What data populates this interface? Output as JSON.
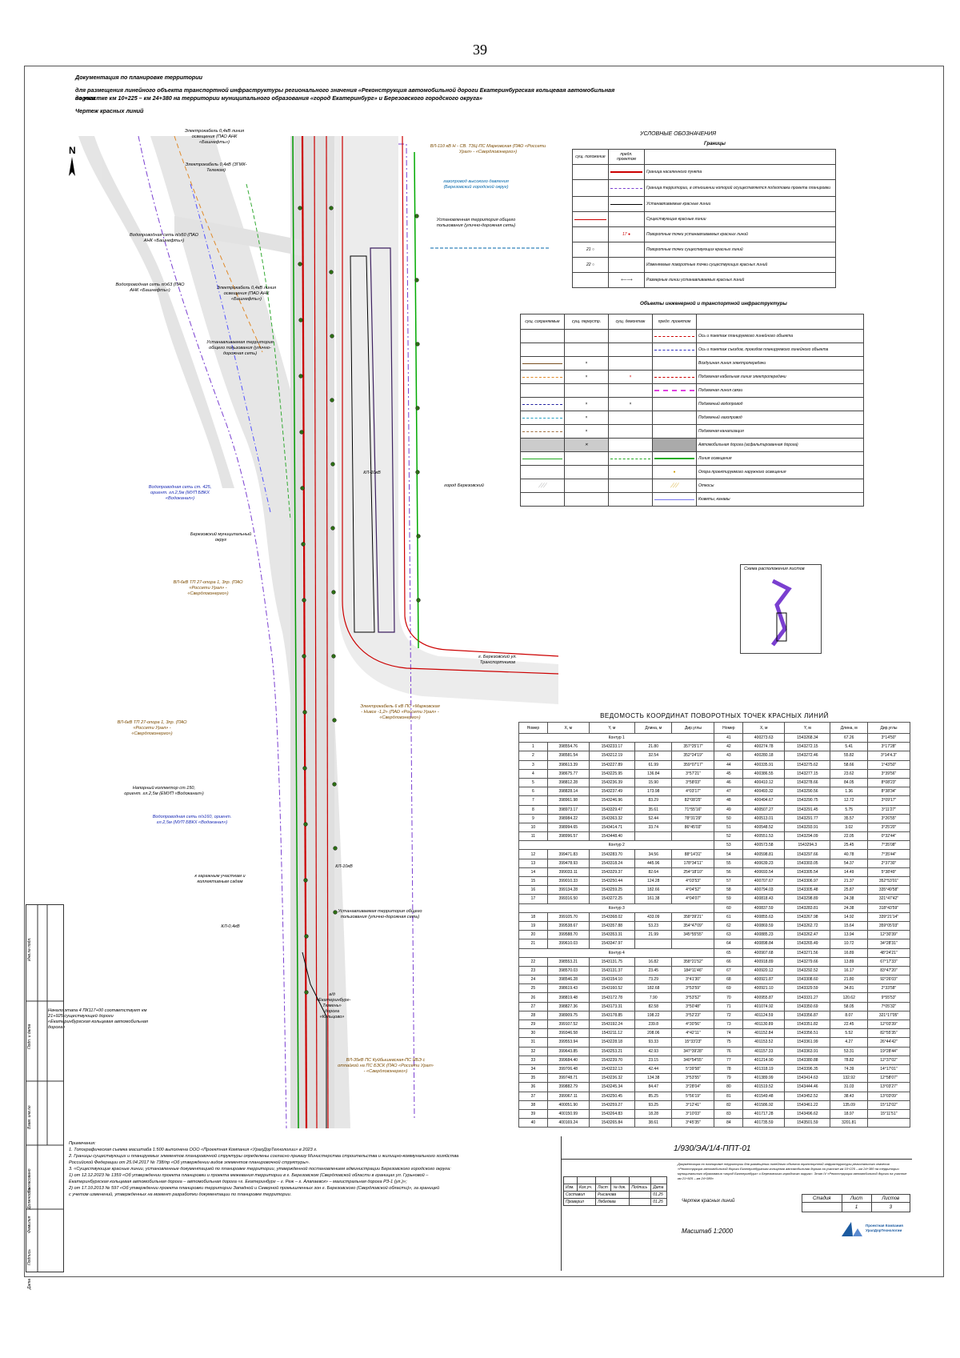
{
  "page_number": "39",
  "header": {
    "line1": "Документация по планировке территории",
    "line2": "для размещения линейного объекта транспортной инфраструктуры регионального значения «Реконструкция автомобильной дороги Екатеринбургская кольцевая автомобильная дорога",
    "line3": "на участке км 10+225 – км 24+380 на территории муниципального образования «город Екатеринбург» и Березовского городского округа»",
    "line4": "Чертеж красных линий"
  },
  "north": "N",
  "map_labels": [
    "Электрокабель 0,4кВ линия освещения (ПАО АНК «Башнефть»)",
    "Электрокабель 0,4кВ (ЗГМК-Телеком)",
    "Водопроводная сеть п/э50 (ПАО АНК «Башнефть»)",
    "Водопроводная сеть п/э63 (ПАО АНК «Башнефть»)",
    "Электрокабель 0,4кВ линия освещения (ПАО АНК «Башнефть»)",
    "Устанавливаемая территория общего пользования (улично-дорожная сеть)",
    "ВЛ-110 кВ Н - СВ. ТЭЦ-ПС Марковская (ПАО «Россети Урал» - «Свердловэнерго»)",
    "газопровод высокого давления (Березовский городской округ)",
    "Установленная территория общего пользования (улично-дорожная сеть)",
    "КЛ-10кВ",
    "город Березовский",
    "Водопроводная сеть ст. 425, ориент. гл.2,5м (МУП БВКХ «Водоканал»)",
    "Березовский муниципальный округ",
    "ВЛ-6кВ ТП 27-опора 1, 3пр. (ПАО «Россети Урал» - «Свердловэнерго»)",
    "г. Березовский ул. Транспортников",
    "Электрокабель 6 кВ ПС «Марковская - Нивсе -1,2» (ПАО «Россети Урал» - «Свердловэнерго»)",
    "ВЛ-6кВ ТП 27-опора 1, 3пр. (ПАО «Россети Урал» - «Свердловэнерго»)",
    "Напорный коллектор ст.150, ориент. гл.2,5м (ЕМУП «Водоканал»)",
    "Водопроводная сеть п/э160, ориент. гл.2,5м (МУП БВКХ «Водоканал»)",
    "КЛ-10кВ",
    "к гаражным участкам и коллективным садам",
    "Устанавливаемая территория общего пользования (улично-дорожная сеть)",
    "КЛ-0,4кВ",
    "Начало этапа 4 ПК117+00 соответствует км 21+925 существующей дороги «Екатеринбургская кольцевая автомобильная дорога»",
    "ВЛ-35кВ ПС Куйбышевская-ПС ЯБЭ с отпайкой на ПС БЗСК (ПАО «Россети Урал» - «Свердловэнерго»)",
    "а/д «Екатеринбург-Тюмень» дорога «Кольцово»"
  ],
  "legend": {
    "title": "УСЛОВНЫЕ ОБОЗНАЧЕНИЯ",
    "sub": "Границы",
    "col1": "сущ. положение",
    "col2": "предл. проектом",
    "items": [
      "Граница населенного пункта",
      "Граница территории, в отношении которой осуществляется подготовка проекта планировки",
      "Устанавливаемые красные линии",
      "Существующие красные линии",
      "Поворотные точки устанавливаемых красных линий",
      "Поворотные точки существующих красных линий",
      "Изменяемые поворотные точки существующих красных линий",
      "Размерные линии устанавливаемых красных линий"
    ],
    "title2": "Объекты инженерной и транспортной инфраструктуры",
    "cols2": [
      "сущ. сохраняемые",
      "сущ. переустр.",
      "сущ. демонтаж",
      "предл. проектом"
    ],
    "items2": [
      "Ось и пикетаж планируемого линейного объекта",
      "Ось и пикетаж съездов, проездов планируемого линейного объекта",
      "Воздушная линия электропередачи",
      "Подземная кабельная линия электропередачи",
      "Подземная линия связи",
      "Подземный водопровод",
      "Подземный газопровод",
      "Подземная канализация",
      "Автомобильная дорога (асфальтированная дорога)",
      "Линия освещения",
      "Опора проектируемого наружного освещения",
      "Откосы",
      "Кюветы, канавы"
    ],
    "scheme": "Схема расположения листов"
  },
  "table": {
    "title": "ВЕДОМОСТЬ КООРДИНАТ ПОВОРОТНЫХ ТОЧЕК КРАСНЫХ ЛИНИЙ",
    "headers": [
      "Номер",
      "X, м",
      "Y, м",
      "Длина, м",
      "Дир.углы",
      "Номер",
      "X, м",
      "Y, м",
      "Длина, м",
      "Дир.углы"
    ],
    "rows": [
      [
        {
          "t": "Контур 1"
        },
        [
          "41",
          "400273.63",
          "1543268.34",
          "67.26",
          "3°14'50\""
        ]
      ],
      [
        [
          "1",
          "398554.76",
          "1543233.17",
          "21.80",
          "357°25'17\""
        ],
        [
          "42",
          "400274.78",
          "1543272.15",
          "5.41",
          "3°17'28\""
        ]
      ],
      [
        [
          "2",
          "398581.54",
          "1543212.19",
          "32.54",
          "352°24'19\""
        ],
        [
          "43",
          "400280.18",
          "1543272.46",
          "55.82",
          "3°14'4.3\""
        ]
      ],
      [
        [
          "3",
          "398613.39",
          "1543227.89",
          "61.99",
          "359°07'17\""
        ],
        [
          "44",
          "400335.91",
          "1543275.62",
          "58.66",
          "1°43'50\""
        ]
      ],
      [
        [
          "4",
          "398675.77",
          "1543225.95",
          "136.84",
          "3°57'21\""
        ],
        [
          "45",
          "400386.55",
          "1543277.15",
          "23.62",
          "3°39'56\""
        ]
      ],
      [
        [
          "5",
          "398812.28",
          "1543236.39",
          "15.90",
          "3°58'03\""
        ],
        [
          "46",
          "400410.12",
          "1543278.66",
          "84.05",
          "8°08'23\""
        ]
      ],
      [
        [
          "6",
          "398828.14",
          "1543237.49",
          "173.98",
          "4°03'17\""
        ],
        [
          "47",
          "400493.32",
          "1543290.56",
          "1.36",
          "8°38'34\""
        ]
      ],
      [
        [
          "7",
          "398961.98",
          "1543246.96",
          "83.29",
          "82°08'25\""
        ],
        [
          "48",
          "400494.67",
          "1543290.75",
          "12.72",
          "3°09'17\""
        ]
      ],
      [
        [
          "8",
          "398973.17",
          "1543329.47",
          "35.61",
          "71°55'16\""
        ],
        [
          "49",
          "400507.27",
          "1543291.45",
          "5.75",
          "3°11'27\""
        ]
      ],
      [
        [
          "9",
          "398984.22",
          "1543363.32",
          "52.44",
          "78°31'29\""
        ],
        [
          "50",
          "400513.01",
          "1543291.77",
          "35.57",
          "3°26'55\""
        ]
      ],
      [
        [
          "10",
          "398994.65",
          "1543414.71",
          "33.74",
          "86°45'03\""
        ],
        [
          "51",
          "400548.52",
          "1543293.91",
          "3.02",
          "3°25'20\""
        ]
      ],
      [
        [
          "11",
          "398996.57",
          "1543448.40",
          "",
          ""
        ],
        [
          "52",
          "400551.53",
          "1543294.09",
          "22.05",
          "0°32'44\""
        ]
      ],
      [
        {
          "t": "Контур 2"
        },
        [
          "53",
          "400573.58",
          "1543294.3",
          "25.45",
          "7°35'08\""
        ]
      ],
      [
        [
          "12",
          "399471.83",
          "1543283.70",
          "34.56",
          "88°14'31\""
        ],
        [
          "54",
          "400598.81",
          "1543297.66",
          "40.78",
          "7°35'44\""
        ]
      ],
      [
        [
          "13",
          "399478.93",
          "1543318.24",
          "445.96",
          "178°34'11\""
        ],
        [
          "55",
          "400639.23",
          "1543303.05",
          "54.37",
          "2°37'30\""
        ]
      ],
      [
        [
          "14",
          "399033.11",
          "1543329.37",
          "82.64",
          "254°18'10\""
        ],
        [
          "56",
          "400693.54",
          "1543305.54",
          "14.49",
          "5°38'49\""
        ]
      ],
      [
        [
          "15",
          "399010.33",
          "1543250.44",
          "124.28",
          "4°03'53\""
        ],
        [
          "57",
          "400707.67",
          "1543306.97",
          "21.37",
          "352°53'01\""
        ]
      ],
      [
        [
          "16",
          "399134.28",
          "1543259.25",
          "182.66",
          "4°04'52\""
        ],
        [
          "58",
          "400794.03",
          "1543305.48",
          "25.87",
          "335°49'58\""
        ]
      ],
      [
        [
          "17",
          "399316.50",
          "1543272.25",
          "161.38",
          "4°04'07\""
        ],
        [
          "59",
          "400818.43",
          "1543298.89",
          "24.38",
          "321°47'42\""
        ]
      ],
      [
        {
          "t": "Контур 3"
        },
        [
          "60",
          "400837.59",
          "1543283.81",
          "24.38",
          "318°43'59\""
        ]
      ],
      [
        [
          "18",
          "399105.70",
          "1543368.02",
          "433.09",
          "358°39'21\""
        ],
        [
          "61",
          "400855.63",
          "1543267.98",
          "14.92",
          "339°21'14\""
        ]
      ],
      [
        [
          "19",
          "399538.67",
          "1543357.88",
          "53.23",
          "354°47'09\""
        ],
        [
          "62",
          "400869.59",
          "1543262.72",
          "15.64",
          "359°05'03\""
        ]
      ],
      [
        [
          "20",
          "399588.70",
          "1543353.31",
          "21.99",
          "345°55'55\""
        ],
        [
          "63",
          "400885.23",
          "1543262.47",
          "13.94",
          "12°30'39\""
        ]
      ],
      [
        [
          "21",
          "399610.03",
          "1543347.97",
          "",
          ""
        ],
        [
          "64",
          "400898.84",
          "1543265.49",
          "10.72",
          "34°28'31\""
        ]
      ],
      [
        {
          "t": "Контур 4"
        },
        [
          "65",
          "400907.68",
          "1543271.56",
          "16.89",
          "48°24'21\""
        ]
      ],
      [
        [
          "22",
          "398553.21",
          "1543131.75",
          "16.82",
          "358°21'52\""
        ],
        [
          "66",
          "400918.89",
          "1543279.66",
          "13.89",
          "67°17'33\""
        ]
      ],
      [
        [
          "23",
          "398570.03",
          "1543131.37",
          "23.45",
          "184°11'46\""
        ],
        [
          "67",
          "400920.12",
          "1543292.52",
          "16.17",
          "83°47'20\""
        ]
      ],
      [
        [
          "24",
          "398546.28",
          "1543154.10",
          "73.29",
          "3°41'30\""
        ],
        [
          "68",
          "400921.87",
          "1543308.60",
          "21.80",
          "92°26'03\""
        ]
      ],
      [
        [
          "25",
          "398619.43",
          "1543160.52",
          "182.68",
          "3°53'59\""
        ],
        [
          "69",
          "400921.10",
          "1543329.59",
          "34.81",
          "2°33'58\""
        ]
      ],
      [
        [
          "26",
          "398819.48",
          "1543172.78",
          "7.90",
          "3°53'52\""
        ],
        [
          "70",
          "400955.87",
          "1543331.27",
          "120.62",
          "9°55'53\""
        ]
      ],
      [
        [
          "27",
          "398827.36",
          "1543173.31",
          "82.58",
          "3°50'48\""
        ],
        [
          "71",
          "401074.92",
          "1543350.69",
          "58.05",
          "7°05'32\""
        ]
      ],
      [
        [
          "28",
          "398909.75",
          "1543178.85",
          "198.22",
          "3°52'23\""
        ],
        [
          "72",
          "401124.59",
          "1543356.87",
          "8.07",
          "321°17'05\""
        ]
      ],
      [
        [
          "29",
          "399107.52",
          "1543192.24",
          "239.8",
          "4°30'56\""
        ],
        [
          "73",
          "401130.89",
          "1543351.82",
          "22.45",
          "12°03'39\""
        ]
      ],
      [
        [
          "30",
          "399346.58",
          "1543211.12",
          "208.06",
          "4°42'11\""
        ],
        [
          "74",
          "401152.84",
          "1543356.51",
          "5.52",
          "82°55'35\""
        ]
      ],
      [
        [
          "31",
          "399553.94",
          "1543228.18",
          "93.33",
          "15°33'23\""
        ],
        [
          "75",
          "401153.52",
          "1543361.99",
          "4.27",
          "26°44'42\""
        ]
      ],
      [
        [
          "32",
          "399643.85",
          "1543253.21",
          "42.93",
          "347°39'28\""
        ],
        [
          "76",
          "401157.33",
          "1543363.91",
          "53.31",
          "19°28'44\""
        ]
      ],
      [
        [
          "33",
          "399684.40",
          "1543239.70",
          "23.15",
          "340°54'55\""
        ],
        [
          "77",
          "401214.90",
          "1543380.88",
          "78.82",
          "12°37'02\""
        ]
      ],
      [
        [
          "34",
          "399706.48",
          "1543232.13",
          "42.44",
          "5°39'58\""
        ],
        [
          "78",
          "401318.19",
          "1543396.35",
          "74.39",
          "14°17'01\""
        ]
      ],
      [
        [
          "35",
          "399748.71",
          "1543236.32",
          "134.38",
          "3°53'55\""
        ],
        [
          "79",
          "401389.99",
          "1543414.63",
          "132.92",
          "12°58'07\""
        ]
      ],
      [
        [
          "36",
          "399882.79",
          "1543245.34",
          "84.47",
          "3°28'04\""
        ],
        [
          "80",
          "401519.52",
          "1543444.46",
          "31.03",
          "13°03'27\""
        ]
      ],
      [
        [
          "37",
          "399967.11",
          "1543250.45",
          "85.25",
          "5°56'19\""
        ],
        [
          "81",
          "401549.48",
          "1543452.52",
          "38.43",
          "13°03'09\""
        ]
      ],
      [
        [
          "38",
          "400051.90",
          "1543259.27",
          "93.25",
          "3°12'41\""
        ],
        [
          "82",
          "401586.92",
          "1543461.22",
          "135.09",
          "15°12'02\""
        ]
      ],
      [
        [
          "39",
          "400150.99",
          "1543264.83",
          "18.28",
          "3°10'03\""
        ],
        [
          "83",
          "401717.28",
          "1543496.62",
          "18.97",
          "15°11'51\""
        ]
      ],
      [
        [
          "40",
          "400169.24",
          "1543265.84",
          "38.61",
          "3°45'35\""
        ],
        [
          "84",
          "401735.59",
          "1543501.59",
          "3201.81",
          ""
        ]
      ]
    ]
  },
  "notes": [
    "Примечания:",
    "1. Топографическая съемка масштаба 1:500 выполнена ООО «Проектная Компания «УралДорТехнологии» в 2023 г.",
    "2. Границы существующих и планируемых элементов планировочной структуры определены согласно приказу Министерства строительства и жилищно-коммунального хозяйства",
    "Российской Федерации от 25.04.2017 № 738/пр «Об утверждении видов элементов планировочной структуры».",
    "3. «Существующие красные линии, установленные документацией по планировке территории, утвержденной постановлением администрации Березовского городского округа:",
    "1) от 12.12.2023 № 1359 «Об утверждении проекта планировки и проекта межевания территории в г. Березовском (Свердловской области в границах ул. Гурьновой –",
    "Екатеринбургская кольцевая автомобильная дорога – автомобильная дорога «г. Екатеринбург – г. Реж – г. Алапаевск» – магистральная дорога РЗ-1 (ул.)»;",
    "2) от 17.10.2013 № 597 «Об утверждении проекта планировки территории Западной и Северной промышленных зон г. Березовского (Свердловской области)», за границей",
    "с учетом изменений, утвержденных на момент разработки документации по планировке территории."
  ],
  "stamp": {
    "code": "1/930/ЭА/1/4-ППТ-01",
    "desc": "Документация по планировке территории для размещения линейного объекта транспортной инфраструктуры регионального значения «Реконструкция автомобильной дороги Екатеринбургская кольцевая автомобильная дорога на участке км 10+225 – км 24+380 на территории муниципального образования «город Екатеринбург» и Березовского городского округа». Этап IV «Реконструкция автомобильной дороги на участке км 21+925 – км 24+380»",
    "cols": [
      "Изм.",
      "Кол.уч.",
      "Лист",
      "№ док.",
      "Подпись",
      "Дата"
    ],
    "role1": "Составил",
    "name1": "Рысанова",
    "date1": "01.25",
    "role2": "Проверил",
    "name2": "Лебедева",
    "date2": "01.25",
    "sheet_title": "Чертеж красных линий",
    "h_stage": "Стадия",
    "h_sheet": "Лист",
    "h_sheets": "Листов",
    "sheet": "1",
    "sheets": "3",
    "scale": "Масштаб 1:2000",
    "company": "Проектная Компания УралДорТехнологии"
  },
  "side": [
    "Инв.№ подл.",
    "Подп. и дата",
    "Взам. инв.№",
    "Согласовано",
    "Должность",
    "Фамилия",
    "Подпись",
    "Дата"
  ]
}
